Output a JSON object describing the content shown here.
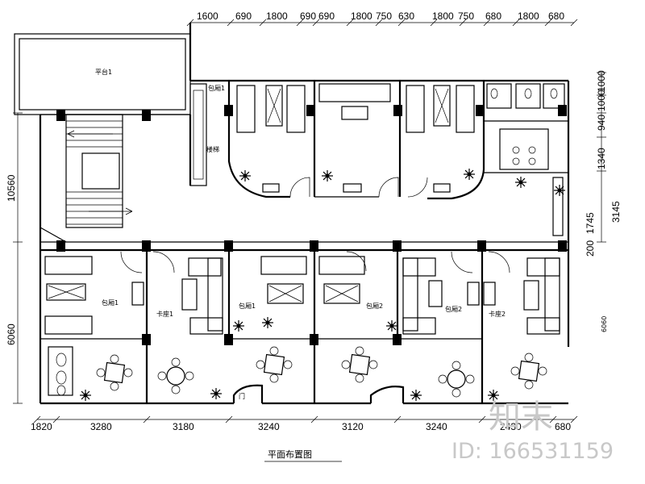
{
  "dimensions": {
    "top": [
      "1600",
      "690",
      "1800",
      "690",
      "690",
      "1800",
      "750",
      "630",
      "1800",
      "750",
      "680",
      "1800",
      "680"
    ],
    "bottom": [
      "1820",
      "3280",
      "3180",
      "3240",
      "3120",
      "3240",
      "2430",
      "680"
    ],
    "left": [
      "10560",
      "6060"
    ],
    "right_upper": [
      "1340",
      "1000",
      "940",
      "1000",
      "1340",
      "3145"
    ],
    "right_mid": [
      "1745",
      "200"
    ],
    "right_lower": "6060"
  },
  "plan_title": "平面布置图",
  "room_labels": {
    "roof": "平台1",
    "stair_label": "楼梯",
    "corridor_label": "包厢1",
    "room_1": "包厢1",
    "room_2": "卡座1",
    "room_3": "包厢1",
    "room_4": "包厢2",
    "room_5": "包厢2",
    "room_6": "卡座2",
    "entry_label": "门"
  },
  "watermark": {
    "brand": "知末",
    "id_text": "ID: 166531159"
  }
}
